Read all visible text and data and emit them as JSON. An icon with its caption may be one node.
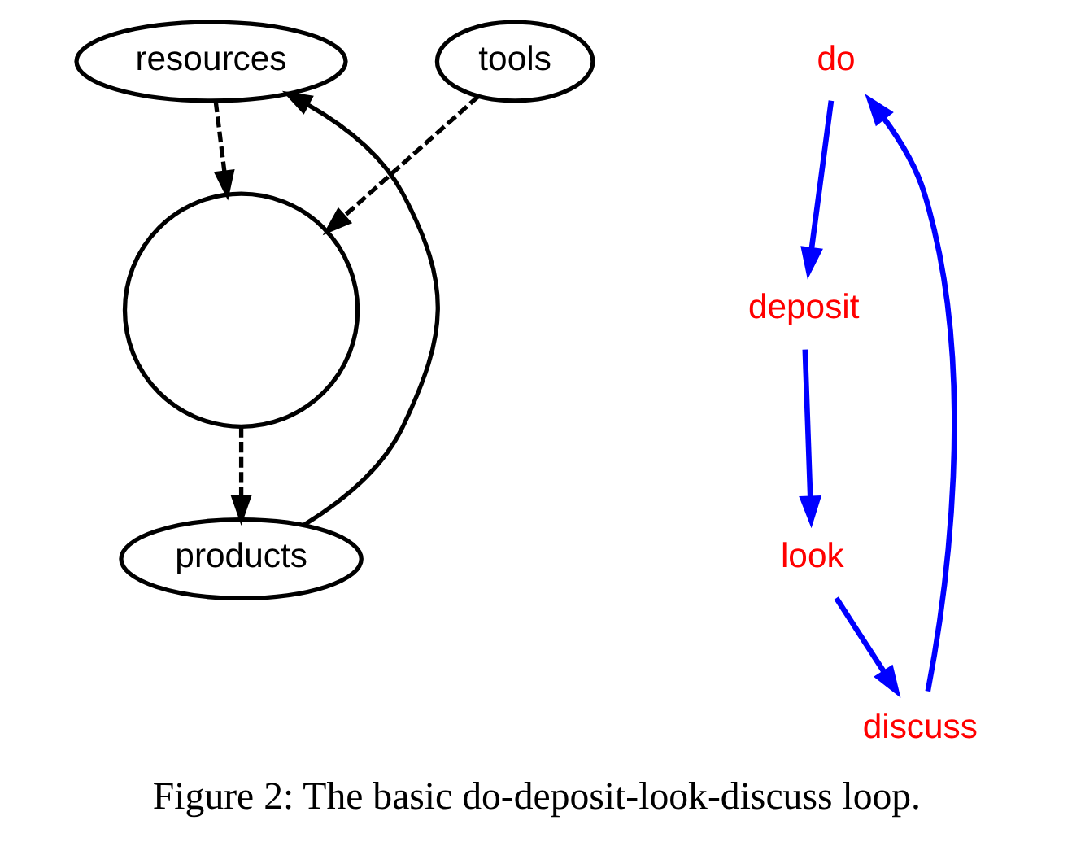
{
  "diagram": {
    "caption": "Figure 2: The basic do-deposit-look-discuss loop.",
    "nodes": [
      {
        "text": [
          "resources"
        ]
      },
      {
        "text": [
          "tools"
        ]
      },
      {
        "text": [],
        "shape": "circle"
      },
      {
        "text": [
          "products"
        ]
      },
      {
        "text": [
          "do"
        ]
      },
      {
        "text": [
          "deposit"
        ]
      },
      {
        "text": [
          "look"
        ]
      },
      {
        "text": [
          "discuss"
        ]
      }
    ],
    "edges": [
      {
        "from": 0,
        "to": 2,
        "arrow": "to",
        "style": "dashed"
      },
      {
        "from": 1,
        "to": 2,
        "arrow": "to",
        "style": "dashed"
      },
      {
        "from": 2,
        "to": 3,
        "arrow": "to",
        "style": "dashed"
      },
      {
        "from": 3,
        "to": 0,
        "arrow": "to"
      },
      {
        "from": 4,
        "to": 5,
        "arrow": "to",
        "color": "#0000ff"
      },
      {
        "from": 5,
        "to": 6,
        "arrow": "to",
        "color": "#0000ff"
      },
      {
        "from": 6,
        "to": 7,
        "arrow": "to",
        "color": "#0000ff"
      },
      {
        "from": 7,
        "to": 4,
        "arrow": "to",
        "color": "#0000ff"
      }
    ]
  }
}
